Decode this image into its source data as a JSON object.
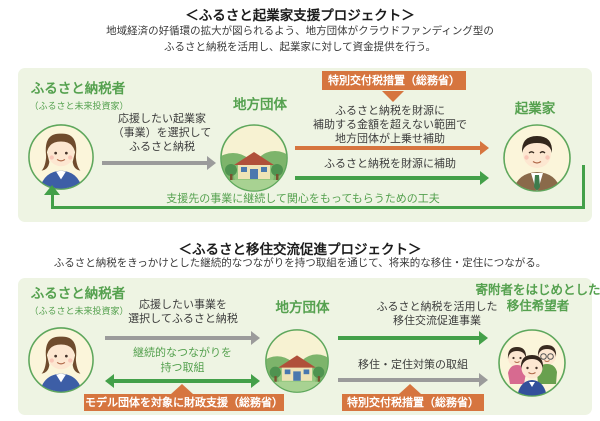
{
  "colors": {
    "panel_bg": "#eef4e3",
    "green_text": "#55a14f",
    "green_arrow": "#43a049",
    "gray_arrow": "#9b9b9b",
    "orange": "#d6753f",
    "dark_text": "#3c3c3c"
  },
  "avatars": {
    "taxpayer": "woman-office-worker-avatar",
    "municipality": "village-with-house-illustration",
    "entrepreneur": "businessman-avatar",
    "migrants": "family-of-three-avatar"
  },
  "project1": {
    "title": "＜ふるさと起業家支援プロジェクト＞",
    "subtitle": [
      "地域経済の好循環の拡大が図られるよう、地方団体がクラウドファンディング型の",
      "ふるさと納税を活用し、起業家に対して資金提供を行う。"
    ],
    "taxpayer": {
      "label": "ふるさと納税者",
      "sublabel": "（ふるさと未来投資家）"
    },
    "municipality_label": "地方団体",
    "entrepreneur_label": "起業家",
    "donate_text": [
      "応援したい起業家",
      "（事業）を選択して",
      "ふるさと納税"
    ],
    "grant_badge": "特別交付税措置（総務省）",
    "topup_text": [
      "ふるさと納税を財源に",
      "補助する金額を超えない範囲で",
      "地方団体が上乗せ補助"
    ],
    "subsidy_text": "ふるさと納税を財源に補助",
    "feedback_text": "支援先の事業に継続して関心をもってもらうための工夫"
  },
  "project2": {
    "title": "＜ふるさと移住交流促進プロジェクト＞",
    "subtitle": [
      "ふるさと納税をきっかけとした継続的なつながりを持つ取組を通じて、将来的な移住・定住につながる。"
    ],
    "taxpayer": {
      "label": "ふるさと納税者",
      "sublabel": "（ふるさと未来投資家）"
    },
    "municipality_label": "地方団体",
    "migrant_label": [
      "寄附者をはじめとした",
      "移住希望者"
    ],
    "donate_text": [
      "応援したい事業を",
      "選択してふるさと納税"
    ],
    "connection_text": [
      "継続的なつながりを",
      "持つ取組"
    ],
    "model_badge": "モデル団体を対象に財政支援（総務省）",
    "promotion_text": [
      "ふるさと納税を活用した",
      "移住交流促進事業"
    ],
    "settlement_text": "移住・定住対策の取組",
    "grant_badge": "特別交付税措置（総務省）"
  }
}
